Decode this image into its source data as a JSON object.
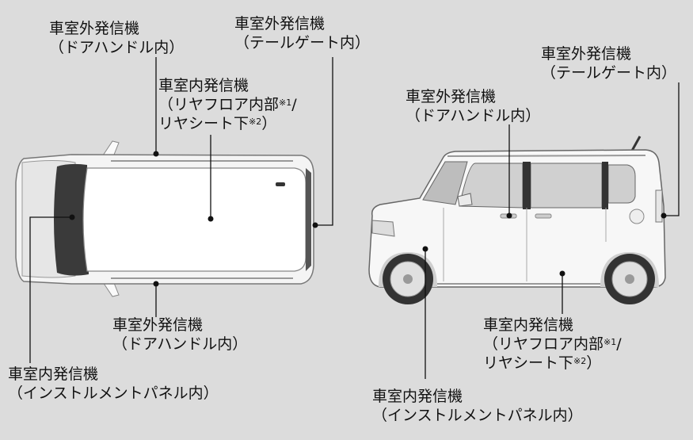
{
  "labels": {
    "top_left_handle": {
      "line1": "車室外発信機",
      "line2": "（ドアハンドル内）"
    },
    "top_tailgate": {
      "line1": "車室外発信機",
      "line2": "（テールゲート内）"
    },
    "top_rear_floor": {
      "line1": "車室内発信機",
      "line2a": "（リヤフロア内部",
      "mark1": "※1",
      "line2b": "/",
      "line3a": "リヤシート下",
      "mark2": "※2",
      "line3b": "）"
    },
    "top_bottom_handle": {
      "line1": "車室外発信機",
      "line2": "（ドアハンドル内）"
    },
    "top_instrument": {
      "line1": "車室内発信機",
      "line2": "（インストルメントパネル内）"
    },
    "side_tailgate": {
      "line1": "車室外発信機",
      "line2": "（テールゲート内）"
    },
    "side_handle": {
      "line1": "車室外発信機",
      "line2": "（ドアハンドル内）"
    },
    "side_rear_floor": {
      "line1": "車室内発信機",
      "line2a": "（リヤフロア内部",
      "mark1": "※1",
      "line2b": "/",
      "line3a": "リヤシート下",
      "mark2": "※2",
      "line3b": "）"
    },
    "side_instrument": {
      "line1": "車室内発信機",
      "line2": "（インストルメントパネル内）"
    }
  }
}
